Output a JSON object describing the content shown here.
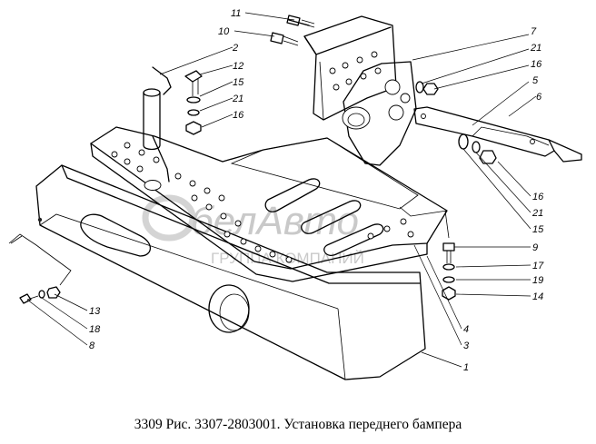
{
  "caption": "3309 Рис. 3307-2803001. Установка переднего бампера",
  "watermark": {
    "brand": "белАвто",
    "tagline": "ГРУППА КОМПАНИЙ",
    "color": "#c9c9c9"
  },
  "callouts": [
    {
      "id": "c11a",
      "text": "11"
    },
    {
      "id": "c10",
      "text": "10"
    },
    {
      "id": "c2",
      "text": "2"
    },
    {
      "id": "c12",
      "text": "12"
    },
    {
      "id": "c15a",
      "text": "15"
    },
    {
      "id": "c21a",
      "text": "21"
    },
    {
      "id": "c16a",
      "text": "16"
    },
    {
      "id": "c7",
      "text": "7"
    },
    {
      "id": "c21b",
      "text": "21"
    },
    {
      "id": "c16b",
      "text": "16"
    },
    {
      "id": "c5",
      "text": "5"
    },
    {
      "id": "c6",
      "text": "6"
    },
    {
      "id": "c16c",
      "text": "16"
    },
    {
      "id": "c21c",
      "text": "21"
    },
    {
      "id": "c15b",
      "text": "15"
    },
    {
      "id": "c9",
      "text": "9"
    },
    {
      "id": "c17",
      "text": "17"
    },
    {
      "id": "c19",
      "text": "19"
    },
    {
      "id": "c14",
      "text": "14"
    },
    {
      "id": "c4",
      "text": "4"
    },
    {
      "id": "c3",
      "text": "3"
    },
    {
      "id": "c1",
      "text": "1"
    },
    {
      "id": "c13",
      "text": "13"
    },
    {
      "id": "c18",
      "text": "18"
    },
    {
      "id": "c8",
      "text": "8"
    }
  ]
}
